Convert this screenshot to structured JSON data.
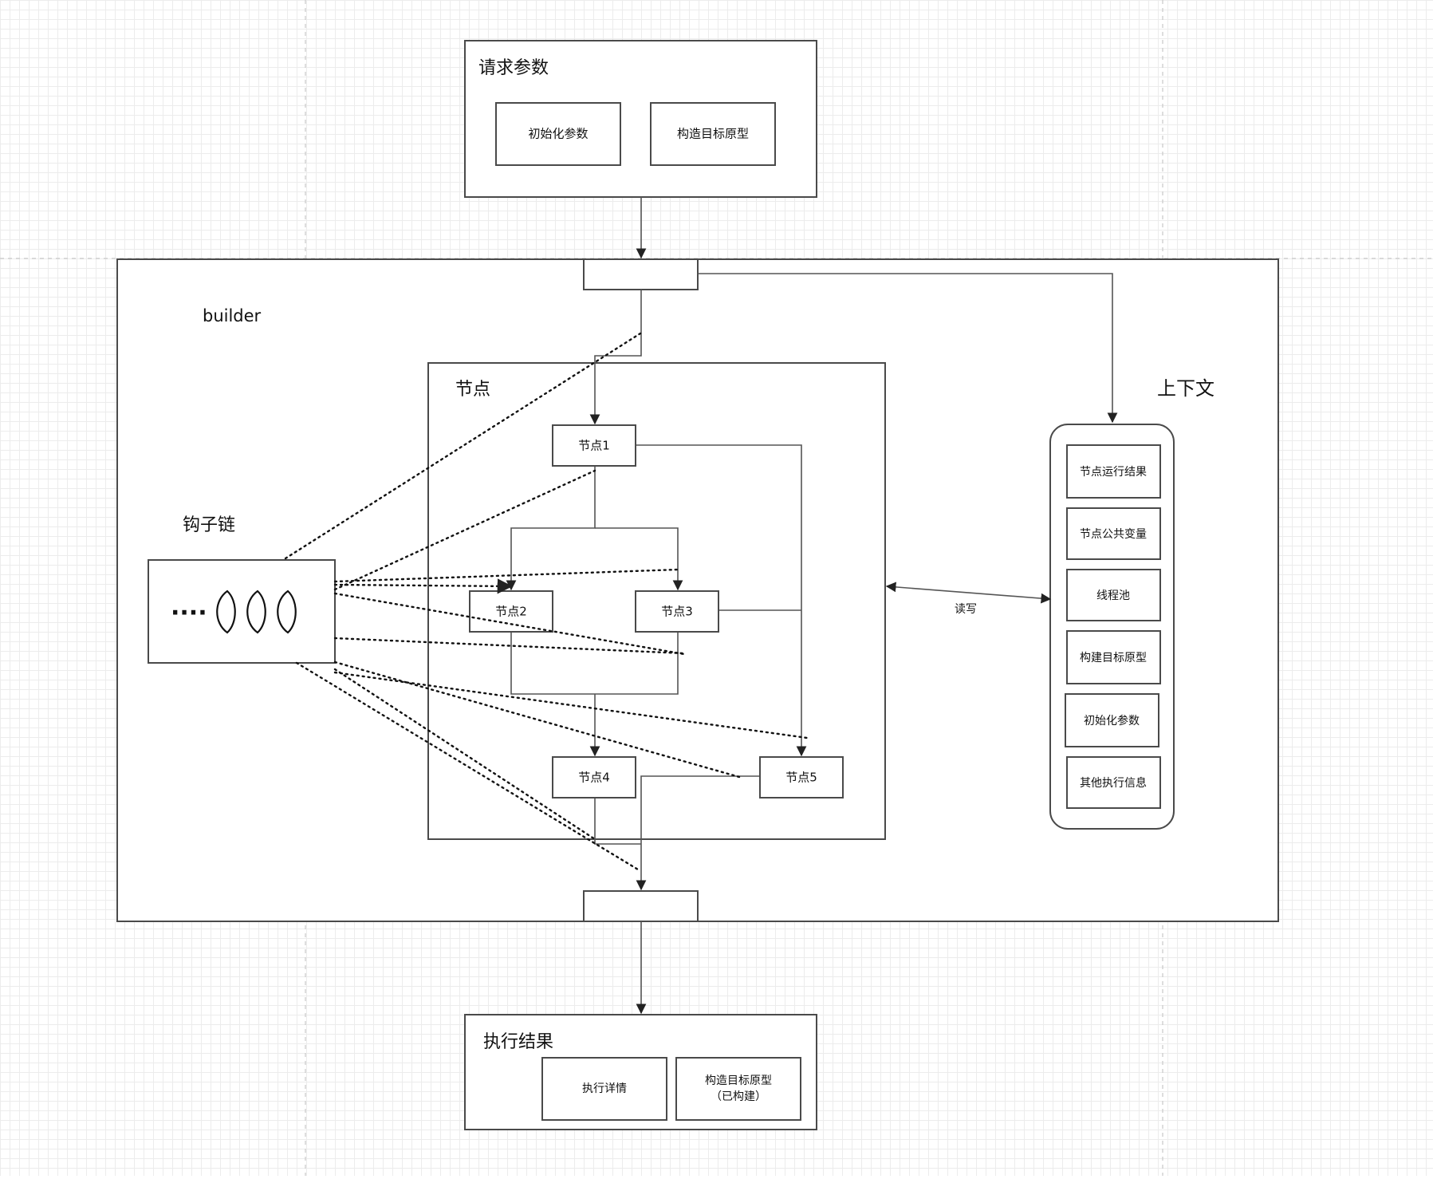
{
  "request": {
    "title": "请求参数",
    "items": [
      "初始化参数",
      "构造目标原型"
    ]
  },
  "builder": {
    "label": "builder"
  },
  "hook_chain": {
    "label": "钩子链",
    "dots": "····"
  },
  "nodes": {
    "title": "节点",
    "items": [
      "节点1",
      "节点2",
      "节点3",
      "节点4",
      "节点5"
    ]
  },
  "context": {
    "title": "上下文",
    "items": [
      "节点运行结果",
      "节点公共变量",
      "线程池",
      "构建目标原型",
      "初始化参数",
      "其他执行信息"
    ]
  },
  "read_write": "读写",
  "result": {
    "title": "执行结果",
    "items": [
      "执行详情",
      "构造目标原型",
      "（已构建）"
    ]
  }
}
